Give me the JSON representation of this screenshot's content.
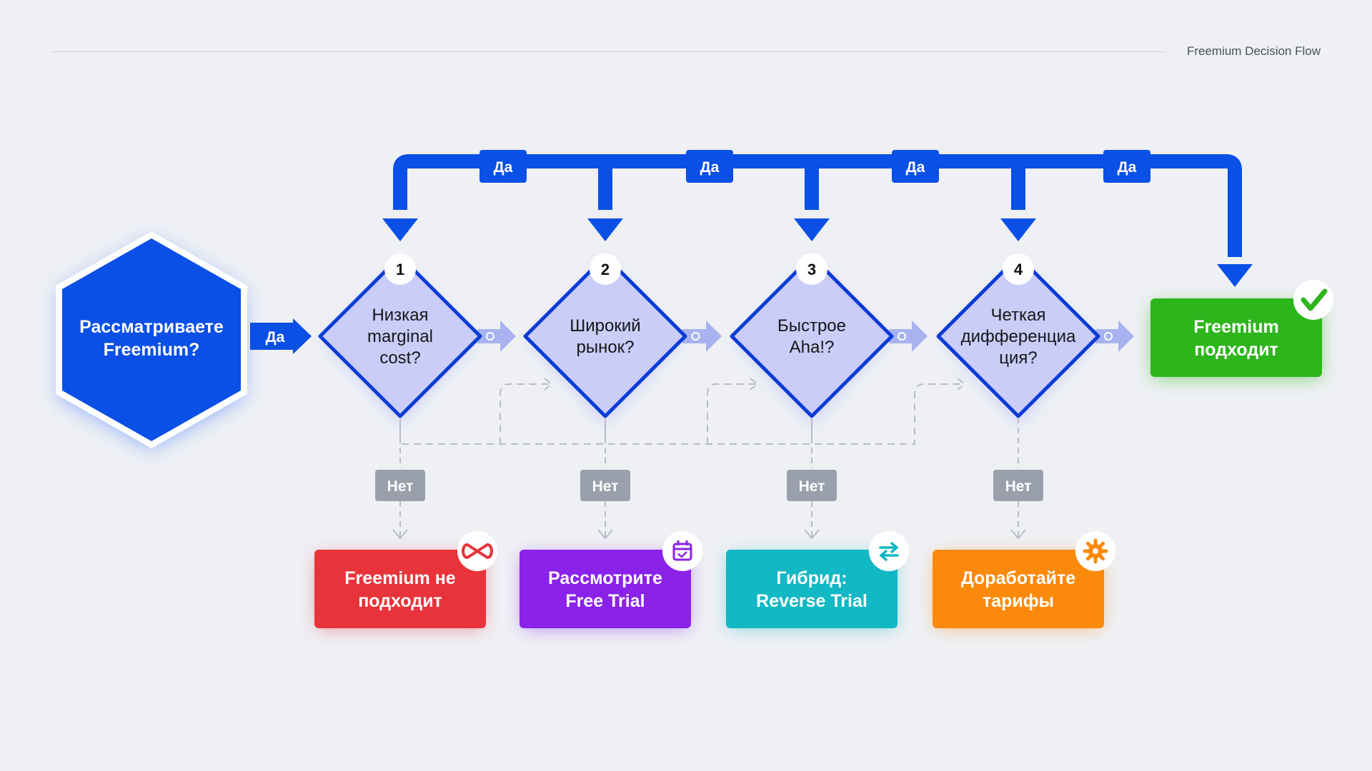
{
  "header": {
    "title": "Freemium Decision Flow"
  },
  "start": {
    "label_line1": "Рассматриваете",
    "label_line2": "Freemium?"
  },
  "start_edge_label": "Да",
  "yes_label": "Да",
  "no_label": "Нет",
  "decisions": [
    {
      "number": "1",
      "lines": [
        "Низкая",
        "marginal",
        "cost?"
      ]
    },
    {
      "number": "2",
      "lines": [
        "Широкий",
        "рынок?"
      ]
    },
    {
      "number": "3",
      "lines": [
        "Быстрое",
        "Aha!?"
      ]
    },
    {
      "number": "4",
      "lines": [
        "Четкая",
        "дифференциа",
        "ция?"
      ]
    }
  ],
  "success": {
    "line1": "Freemium",
    "line2": "подходит",
    "icon": "check-icon",
    "color": "#2db51c"
  },
  "outcomes": [
    {
      "line1": "Freemium не",
      "line2": "подходит",
      "icon": "broken-infinity-icon",
      "color": "#e8333a"
    },
    {
      "line1": "Рассмотрите",
      "line2": "Free Trial",
      "icon": "calendar-icon",
      "color": "#8a22ea"
    },
    {
      "line1": "Гибрид:",
      "line2": "Reverse Trial",
      "icon": "swap-arrows-icon",
      "color": "#12b8c4"
    },
    {
      "line1": "Доработайте",
      "line2": "тарифы",
      "icon": "gear-icon",
      "color": "#fb8a0c"
    }
  ],
  "colors": {
    "primary": "#0a4fe6",
    "decision_fill": "#c9cdf7",
    "no_tag": "#9aa0ab",
    "connector": "#a7b2ef"
  }
}
